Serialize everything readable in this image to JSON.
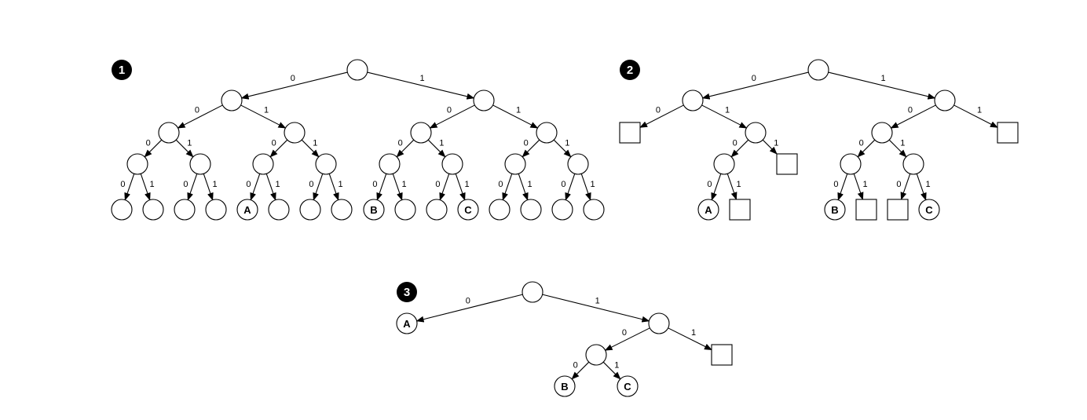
{
  "diagrams": [
    {
      "badge": "1",
      "nodes": [
        {
          "id": "r",
          "shape": "circle"
        },
        {
          "id": "0",
          "shape": "circle"
        },
        {
          "id": "1",
          "shape": "circle"
        },
        {
          "id": "00",
          "shape": "circle"
        },
        {
          "id": "01",
          "shape": "circle"
        },
        {
          "id": "10",
          "shape": "circle"
        },
        {
          "id": "11",
          "shape": "circle"
        },
        {
          "id": "000",
          "shape": "circle"
        },
        {
          "id": "001",
          "shape": "circle"
        },
        {
          "id": "010",
          "shape": "circle"
        },
        {
          "id": "011",
          "shape": "circle"
        },
        {
          "id": "100",
          "shape": "circle"
        },
        {
          "id": "101",
          "shape": "circle"
        },
        {
          "id": "110",
          "shape": "circle"
        },
        {
          "id": "111",
          "shape": "circle"
        },
        {
          "id": "0000",
          "shape": "circle"
        },
        {
          "id": "0001",
          "shape": "circle"
        },
        {
          "id": "0010",
          "shape": "circle"
        },
        {
          "id": "0011",
          "shape": "circle"
        },
        {
          "id": "0100",
          "shape": "circle",
          "label": "A"
        },
        {
          "id": "0101",
          "shape": "circle"
        },
        {
          "id": "0110",
          "shape": "circle"
        },
        {
          "id": "0111",
          "shape": "circle"
        },
        {
          "id": "1000",
          "shape": "circle",
          "label": "B"
        },
        {
          "id": "1001",
          "shape": "circle"
        },
        {
          "id": "1010",
          "shape": "circle"
        },
        {
          "id": "1011",
          "shape": "circle",
          "label": "C"
        },
        {
          "id": "1100",
          "shape": "circle"
        },
        {
          "id": "1101",
          "shape": "circle"
        },
        {
          "id": "1110",
          "shape": "circle"
        },
        {
          "id": "1111",
          "shape": "circle"
        }
      ],
      "edges": [
        {
          "from": "r",
          "to": "0",
          "label": "0"
        },
        {
          "from": "r",
          "to": "1",
          "label": "1"
        },
        {
          "from": "0",
          "to": "00",
          "label": "0"
        },
        {
          "from": "0",
          "to": "01",
          "label": "1"
        },
        {
          "from": "1",
          "to": "10",
          "label": "0"
        },
        {
          "from": "1",
          "to": "11",
          "label": "1"
        },
        {
          "from": "00",
          "to": "000",
          "label": "0"
        },
        {
          "from": "00",
          "to": "001",
          "label": "1"
        },
        {
          "from": "01",
          "to": "010",
          "label": "0"
        },
        {
          "from": "01",
          "to": "011",
          "label": "1"
        },
        {
          "from": "10",
          "to": "100",
          "label": "0"
        },
        {
          "from": "10",
          "to": "101",
          "label": "1"
        },
        {
          "from": "11",
          "to": "110",
          "label": "0"
        },
        {
          "from": "11",
          "to": "111",
          "label": "1"
        },
        {
          "from": "000",
          "to": "0000",
          "label": "0"
        },
        {
          "from": "000",
          "to": "0001",
          "label": "1"
        },
        {
          "from": "001",
          "to": "0010",
          "label": "0"
        },
        {
          "from": "001",
          "to": "0011",
          "label": "1"
        },
        {
          "from": "010",
          "to": "0100",
          "label": "0"
        },
        {
          "from": "010",
          "to": "0101",
          "label": "1"
        },
        {
          "from": "011",
          "to": "0110",
          "label": "0"
        },
        {
          "from": "011",
          "to": "0111",
          "label": "1"
        },
        {
          "from": "100",
          "to": "1000",
          "label": "0"
        },
        {
          "from": "100",
          "to": "1001",
          "label": "1"
        },
        {
          "from": "101",
          "to": "1010",
          "label": "0"
        },
        {
          "from": "101",
          "to": "1011",
          "label": "1"
        },
        {
          "from": "110",
          "to": "1100",
          "label": "0"
        },
        {
          "from": "110",
          "to": "1101",
          "label": "1"
        },
        {
          "from": "111",
          "to": "1110",
          "label": "0"
        },
        {
          "from": "111",
          "to": "1111",
          "label": "1"
        }
      ]
    },
    {
      "badge": "2",
      "nodes": [
        {
          "id": "r",
          "shape": "circle"
        },
        {
          "id": "0",
          "shape": "circle"
        },
        {
          "id": "1",
          "shape": "circle"
        },
        {
          "id": "00",
          "shape": "square"
        },
        {
          "id": "01",
          "shape": "circle"
        },
        {
          "id": "10",
          "shape": "circle"
        },
        {
          "id": "11",
          "shape": "square"
        },
        {
          "id": "010",
          "shape": "circle"
        },
        {
          "id": "011",
          "shape": "square"
        },
        {
          "id": "100",
          "shape": "circle"
        },
        {
          "id": "101",
          "shape": "circle"
        },
        {
          "id": "0100",
          "shape": "circle",
          "label": "A"
        },
        {
          "id": "0101",
          "shape": "square"
        },
        {
          "id": "1000",
          "shape": "circle",
          "label": "B"
        },
        {
          "id": "1001",
          "shape": "square"
        },
        {
          "id": "1010",
          "shape": "square"
        },
        {
          "id": "1011",
          "shape": "circle",
          "label": "C"
        }
      ],
      "edges": [
        {
          "from": "r",
          "to": "0",
          "label": "0"
        },
        {
          "from": "r",
          "to": "1",
          "label": "1"
        },
        {
          "from": "0",
          "to": "00",
          "label": "0"
        },
        {
          "from": "0",
          "to": "01",
          "label": "1"
        },
        {
          "from": "1",
          "to": "10",
          "label": "0"
        },
        {
          "from": "1",
          "to": "11",
          "label": "1"
        },
        {
          "from": "01",
          "to": "010",
          "label": "0"
        },
        {
          "from": "01",
          "to": "011",
          "label": "1"
        },
        {
          "from": "10",
          "to": "100",
          "label": "0"
        },
        {
          "from": "10",
          "to": "101",
          "label": "1"
        },
        {
          "from": "010",
          "to": "0100",
          "label": "0"
        },
        {
          "from": "010",
          "to": "0101",
          "label": "1"
        },
        {
          "from": "100",
          "to": "1000",
          "label": "0"
        },
        {
          "from": "100",
          "to": "1001",
          "label": "1"
        },
        {
          "from": "101",
          "to": "1010",
          "label": "0"
        },
        {
          "from": "101",
          "to": "1011",
          "label": "1"
        }
      ]
    },
    {
      "badge": "3",
      "nodes": [
        {
          "id": "r",
          "shape": "circle"
        },
        {
          "id": "A",
          "shape": "circle",
          "label": "A"
        },
        {
          "id": "1",
          "shape": "circle"
        },
        {
          "id": "10",
          "shape": "circle"
        },
        {
          "id": "11",
          "shape": "square"
        },
        {
          "id": "B",
          "shape": "circle",
          "label": "B"
        },
        {
          "id": "C",
          "shape": "circle",
          "label": "C"
        }
      ],
      "edges": [
        {
          "from": "r",
          "to": "A",
          "label": "0"
        },
        {
          "from": "r",
          "to": "1",
          "label": "1"
        },
        {
          "from": "1",
          "to": "10",
          "label": "0"
        },
        {
          "from": "1",
          "to": "11",
          "label": "1"
        },
        {
          "from": "10",
          "to": "B",
          "label": "0"
        },
        {
          "from": "10",
          "to": "C",
          "label": "1"
        }
      ]
    }
  ]
}
